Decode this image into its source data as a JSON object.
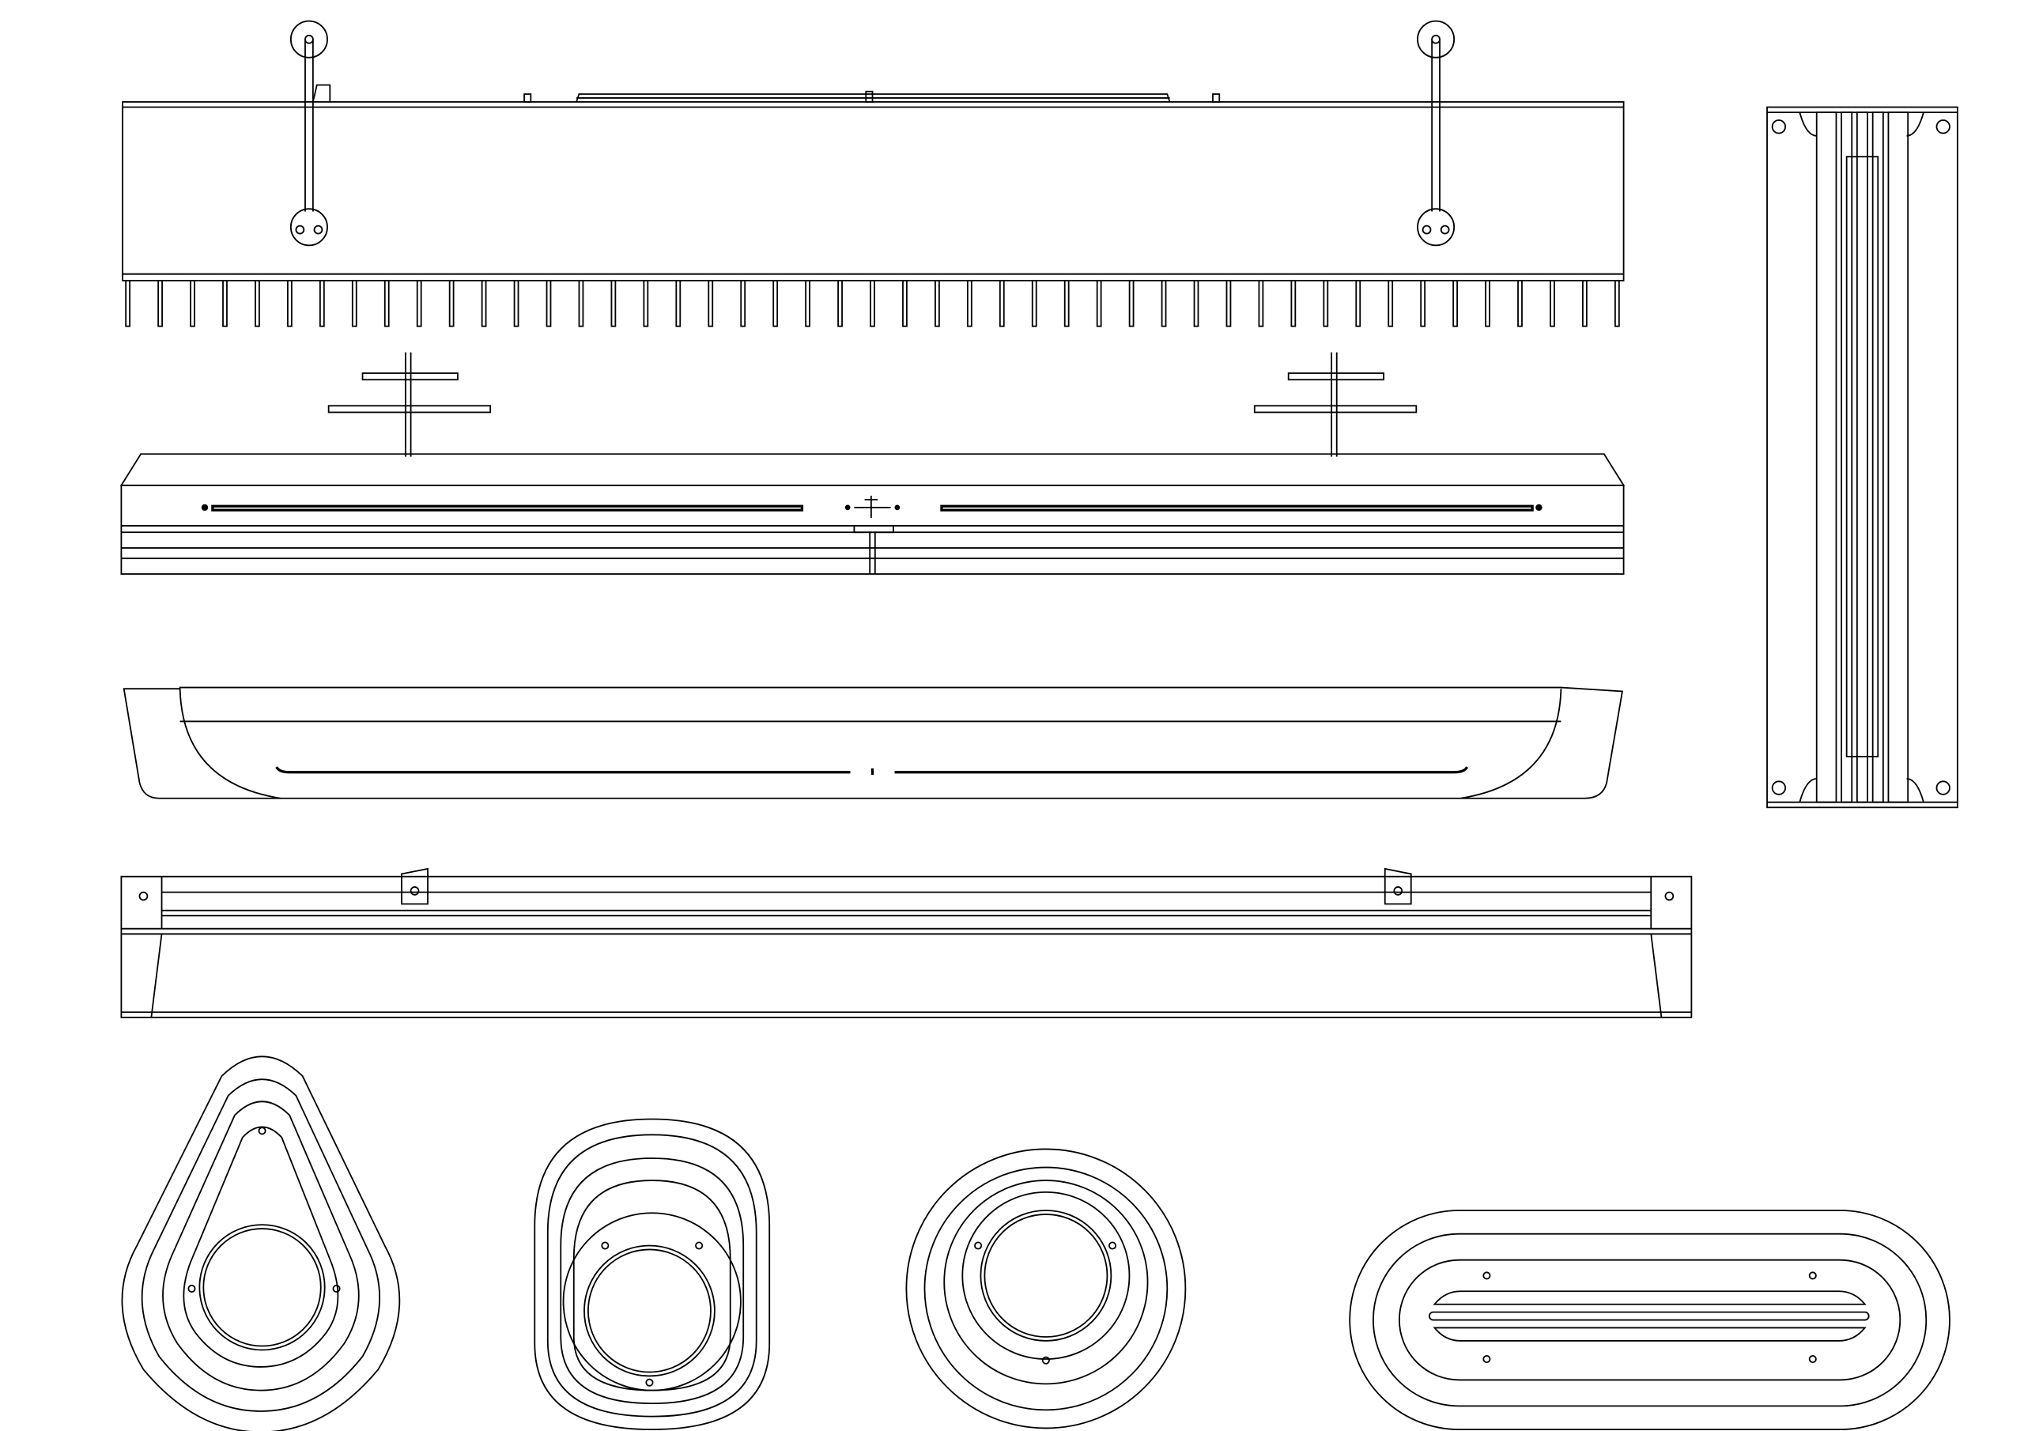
{
  "drawing": {
    "line_color": "#000000",
    "background_color": "#ffffff",
    "views": [
      "top-view-with-fins",
      "front-elevation",
      "curved-profile-view",
      "rail-elevation",
      "end-view-linear",
      "teardrop-end-cap",
      "rounded-rect-end-cap",
      "round-end-cap",
      "oval-end-cap"
    ],
    "fin_count": 47
  }
}
